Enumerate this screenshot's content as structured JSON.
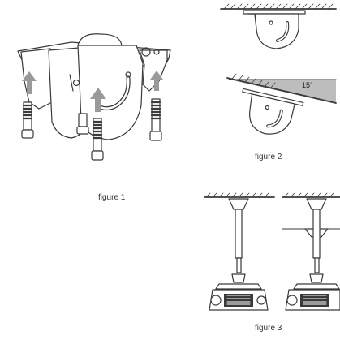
{
  "figures": {
    "figure1": {
      "caption": "figure 1"
    },
    "figure2": {
      "caption": "figure 2",
      "angle_label": "15°"
    },
    "figure3": {
      "caption": "figure 3"
    }
  },
  "colors": {
    "line": "#3a3a3a",
    "shade": "#bdbdbd",
    "arrow": "#9a9a9a",
    "background": "#ffffff"
  }
}
